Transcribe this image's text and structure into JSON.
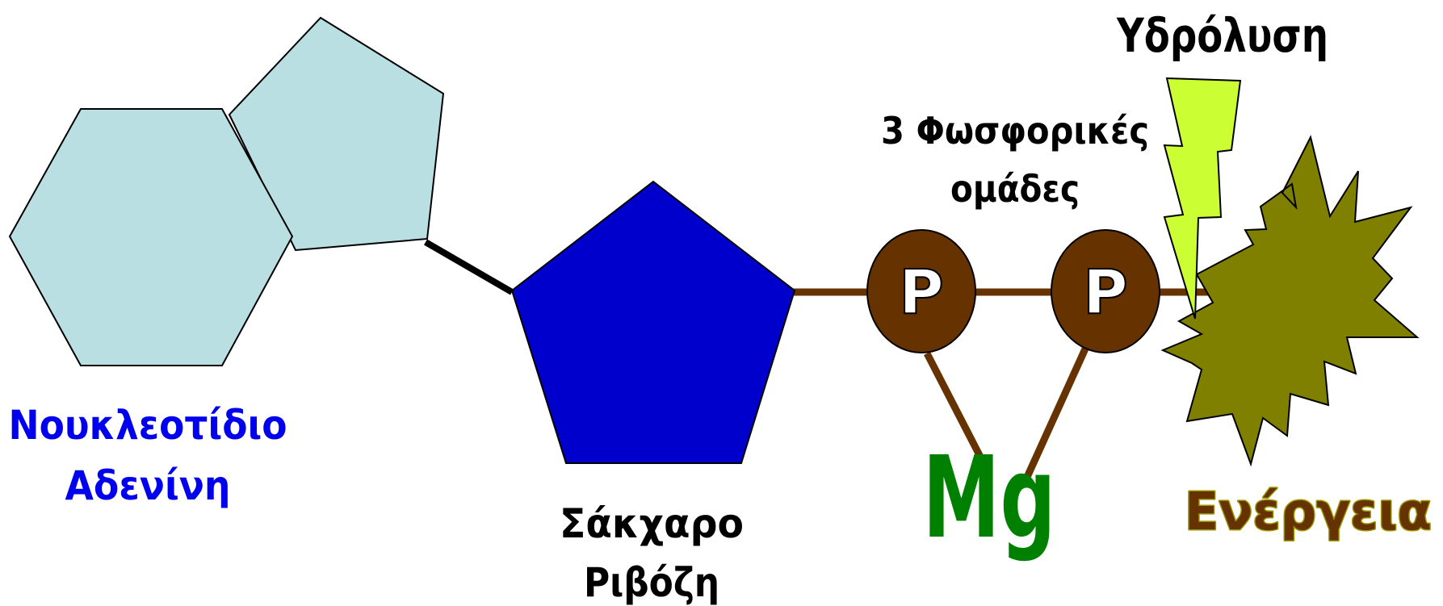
{
  "labels": {
    "nucleotide_line1": "Νουκλεοτίδιο",
    "nucleotide_line2": "Αδενίνη",
    "sugar_line1": "Σάκχαρο",
    "sugar_line2": "Ριβόζη",
    "phosphates_line1": "3 Φωσφορικές",
    "phosphates_line2": "ομάδες",
    "hydrolysis": "Υδρόλυση",
    "energy": "Ενέργεια",
    "magnesium": "Mg",
    "phosphate_left": "P",
    "phosphate_right": "P"
  },
  "colors": {
    "adenine_fill": "#b9dfe2",
    "ribose_fill": "#0000cc",
    "phosphate_fill": "#663300",
    "bond_brown": "#663300",
    "bond_black": "#000000",
    "bolt_fill": "#ccff33",
    "star_fill": "#808000",
    "nucleotide_text": "#0000ee",
    "energy_text": "#663300",
    "energy_outline": "#999900",
    "magnesium_text": "#008000",
    "black_text": "#000000",
    "white_text": "#ffffff"
  },
  "icons": {
    "adenine_hexagon": "hexagon-shape",
    "adenine_pentagon": "pentagon-shape",
    "ribose": "pentagon-shape",
    "phosphates": "ellipse-shape",
    "hydrolysis": "lightning-bolt-icon",
    "energy": "starburst-icon"
  }
}
